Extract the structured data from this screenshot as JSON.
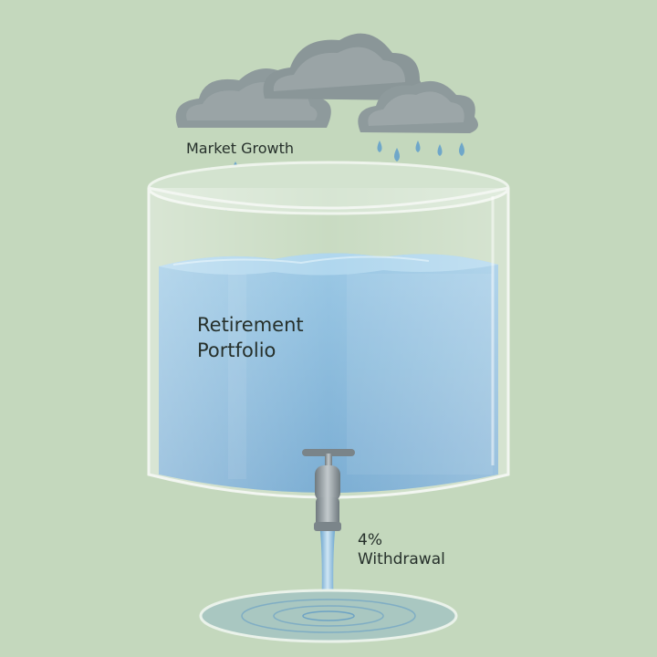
{
  "labels": {
    "market_growth": "Market Growth",
    "portfolio_line1": "Retirement",
    "portfolio_line2": "Portfolio",
    "withdrawal_line1": "4%",
    "withdrawal_line2": "Withdrawal"
  },
  "colors": {
    "background": "#c4d8bd",
    "cloud": "#8e9a9c",
    "cloud_highlight": "#a7b1b2",
    "raindrop": "#6fa7c9",
    "water": "#82b6d9",
    "water_surface": "#9ccbe6",
    "glass_rim": "#f2f6f1",
    "faucet": "#8d979c"
  },
  "icons": {
    "cloud": "cloud-icon",
    "raindrop": "raindrop-icon",
    "faucet": "faucet-icon"
  }
}
